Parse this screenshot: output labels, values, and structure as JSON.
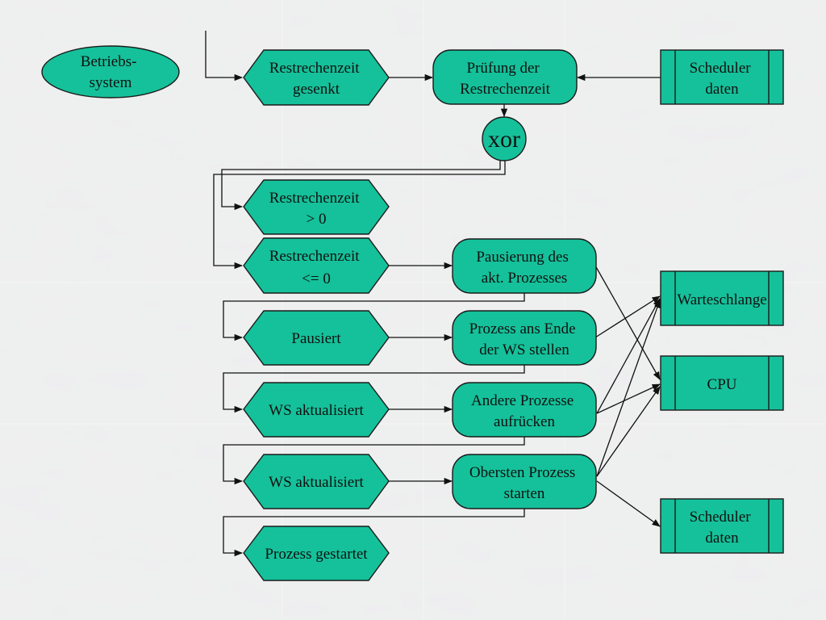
{
  "nodes": {
    "betriebssystem": [
      "Betriebs-",
      "system"
    ],
    "restrechenzeit_gesenkt": [
      "Restrechenzeit",
      "gesenkt"
    ],
    "pruefung": [
      "Prüfung der",
      "Restrechenzeit"
    ],
    "scheduler_top": [
      "Scheduler",
      "daten"
    ],
    "xor": "xor",
    "rz_gt_0": [
      "Restrechenzeit",
      "> 0"
    ],
    "rz_le_0": [
      "Restrechenzeit",
      "<= 0"
    ],
    "pausierung": [
      "Pausierung des",
      "akt. Prozesses"
    ],
    "pausiert": "Pausiert",
    "prozess_ans_ende": [
      "Prozess ans Ende",
      "der WS stellen"
    ],
    "ws_aktualisiert_1": "WS aktualisiert",
    "andere_prozesse": [
      "Andere Prozesse",
      "aufrücken"
    ],
    "ws_aktualisiert_2": "WS aktualisiert",
    "obersten_prozess": [
      "Obersten Prozess",
      "starten"
    ],
    "prozess_gestartet": "Prozess gestartet",
    "warteschlange": "Warteschlange",
    "cpu": "CPU",
    "scheduler_bottom": [
      "Scheduler",
      "daten"
    ]
  },
  "colors": {
    "shape_fill": "#15c19a",
    "stroke": "#1b1b1b",
    "marble_base": "#dcdcdc"
  }
}
